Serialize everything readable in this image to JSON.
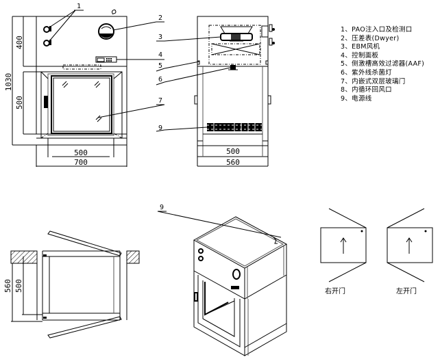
{
  "legend": {
    "items": [
      "1、PAO注入口及检测口",
      "2、压差表(Dwyer)",
      "3、EBM风机",
      "4、控制面板",
      "5、侧激槽高效过滤器(AAF)",
      "6、紫外线杀菌灯",
      "7、内嵌式双层玻璃门",
      "8、内循环回风口",
      "9、电源线"
    ]
  },
  "front_view": {
    "dims": {
      "total_height": "1030",
      "top_height": "400",
      "window_height": "500",
      "inner_width": "500",
      "outer_width": "700"
    },
    "callouts": [
      "1",
      "2",
      "3",
      "4",
      "5",
      "6",
      "7",
      "9"
    ]
  },
  "side_view": {
    "dims": {
      "inner_width": "500",
      "outer_width": "560"
    }
  },
  "plan_view": {
    "dims": {
      "outer_depth": "560",
      "inner_depth": "500"
    }
  },
  "iso_view": {
    "callout": "9"
  },
  "door_diagrams": {
    "right_label": "右开门",
    "left_label": "左开门"
  }
}
